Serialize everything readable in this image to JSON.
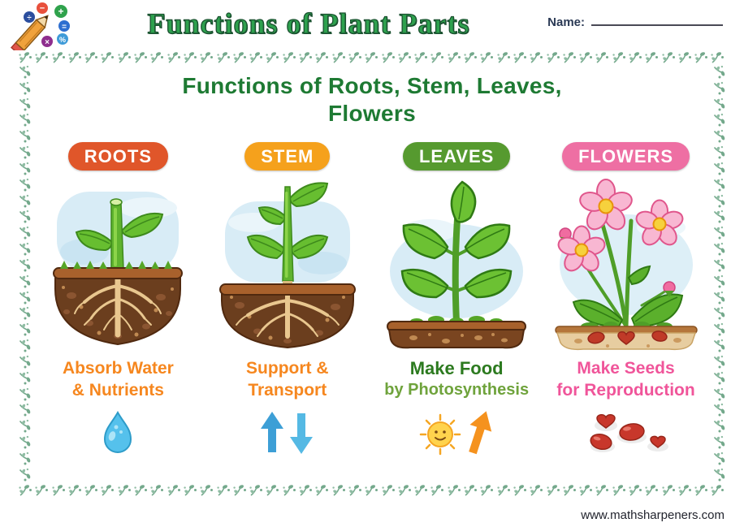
{
  "header": {
    "title": "Functions of Plant Parts",
    "name_label": "Name:",
    "logo": {
      "symbols": [
        "−",
        "+",
        "÷",
        "=",
        "×",
        "%"
      ]
    }
  },
  "worksheet": {
    "heading_line1": "Functions of Roots, Stem, Leaves,",
    "heading_line2": "Flowers",
    "columns": [
      {
        "id": "roots",
        "badge": "ROOTS",
        "badge_color": "#E0562A",
        "function_line1": "Absorb Water",
        "function_line2": "& Nutrients",
        "text_color": "#F6871F",
        "icon": "water-drop-icon"
      },
      {
        "id": "stem",
        "badge": "STEM",
        "badge_color": "#F5A11C",
        "function_line1": "Support &",
        "function_line2": "Transport",
        "text_color": "#F6871F",
        "icon": "up-down-arrows-icon"
      },
      {
        "id": "leaves",
        "badge": "LEAVES",
        "badge_color": "#569A2F",
        "function_line1": "Make Food",
        "function_line2": "by Photosynthesis",
        "text_color_line1": "#2C7A1F",
        "text_color_line2": "#6FA33C",
        "icon": "sun-arrow-icon"
      },
      {
        "id": "flowers",
        "badge": "FLOWERS",
        "badge_color": "#EE6FA3",
        "function_line1": "Make Seeds",
        "function_line2": "for Reproduction",
        "text_color": "#F0559A",
        "icon": "seeds-icon"
      }
    ],
    "border_color": "#74A98C"
  },
  "footer": {
    "website": "www.mathsharpeners.com"
  }
}
